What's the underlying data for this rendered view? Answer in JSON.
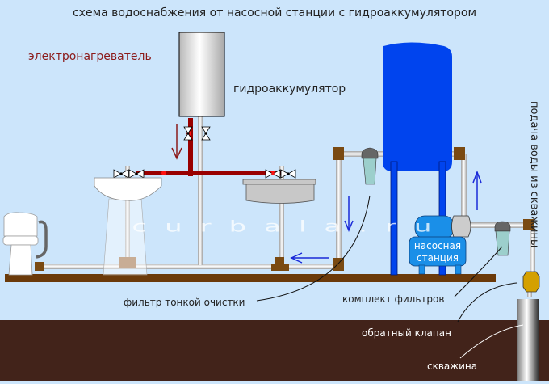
{
  "title": "схема водоснабжения от насосной станции с гидроаккумулятором",
  "labels": {
    "heater": "электронагреватель",
    "accumulator": "гидроаккумулятор",
    "supply": "подача воды из скважины",
    "pump_line1": "насосная",
    "pump_line2": "станция",
    "fine_filter": "фильтр тонкой очистки",
    "filter_set": "комплект фильтров",
    "check_valve": "обратный клапан",
    "well": "скважина"
  },
  "watermark": "curbala.ru",
  "colors": {
    "sky": "#cce5fb",
    "ground": "#42231a",
    "floor": "#6b3a0a",
    "hot_pipe": "#990000",
    "cold_pipe": "#d8d8d8",
    "fitting": "#7a4a12",
    "tank": "#0044ee",
    "pump": "#1a8fe8",
    "arrow_blue": "#1a2ad8",
    "arrow_red": "#8b1a1a",
    "heater_label": "#8b1a1a",
    "valve_gold": "#d4a000"
  }
}
